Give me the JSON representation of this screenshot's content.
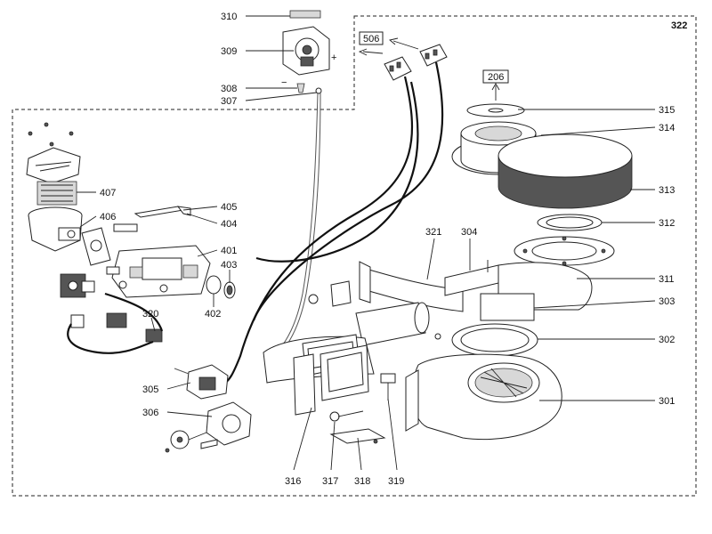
{
  "diagram": {
    "assembly_label": "322",
    "ref_boxes": [
      "506",
      "206"
    ],
    "labels": {
      "p310": "310",
      "p309": "309",
      "p308": "308",
      "p307": "307",
      "p315": "315",
      "p314": "314",
      "p313": "313",
      "p312": "312",
      "p407": "407",
      "p406": "406",
      "p405": "405",
      "p404": "404",
      "p401": "401",
      "p403": "403",
      "p402": "402",
      "p321": "321",
      "p304": "304",
      "p311": "311",
      "p303": "303",
      "p320": "320",
      "p302": "302",
      "p305": "305",
      "p306": "306",
      "p301": "301",
      "p316": "316",
      "p317": "317",
      "p318": "318",
      "p319": "319"
    },
    "polarity": {
      "minus": "−",
      "plus": "+"
    }
  }
}
